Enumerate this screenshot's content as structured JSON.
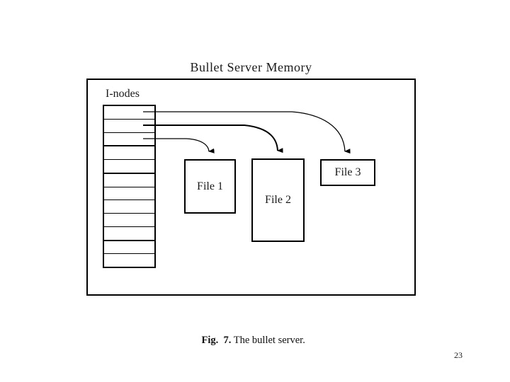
{
  "page": {
    "title": "Bullet Server Memory",
    "caption": {
      "label": "Fig.  7.",
      "text": " The bullet server."
    },
    "page_number": "23"
  },
  "diagram": {
    "inode_table": {
      "label": "I-nodes",
      "row_count": 12,
      "thick_boundaries_above_rows": [
        3,
        5,
        10
      ]
    },
    "files": [
      {
        "label": "File 1"
      },
      {
        "label": "File 2"
      },
      {
        "label": "File 3"
      }
    ],
    "pointers": [
      {
        "from_row": 1,
        "to": "File 3"
      },
      {
        "from_row": 2,
        "to": "File 2"
      },
      {
        "from_row": 3,
        "to": "File 1"
      }
    ],
    "colors": {
      "line": "#000000",
      "background": "#ffffff"
    }
  }
}
